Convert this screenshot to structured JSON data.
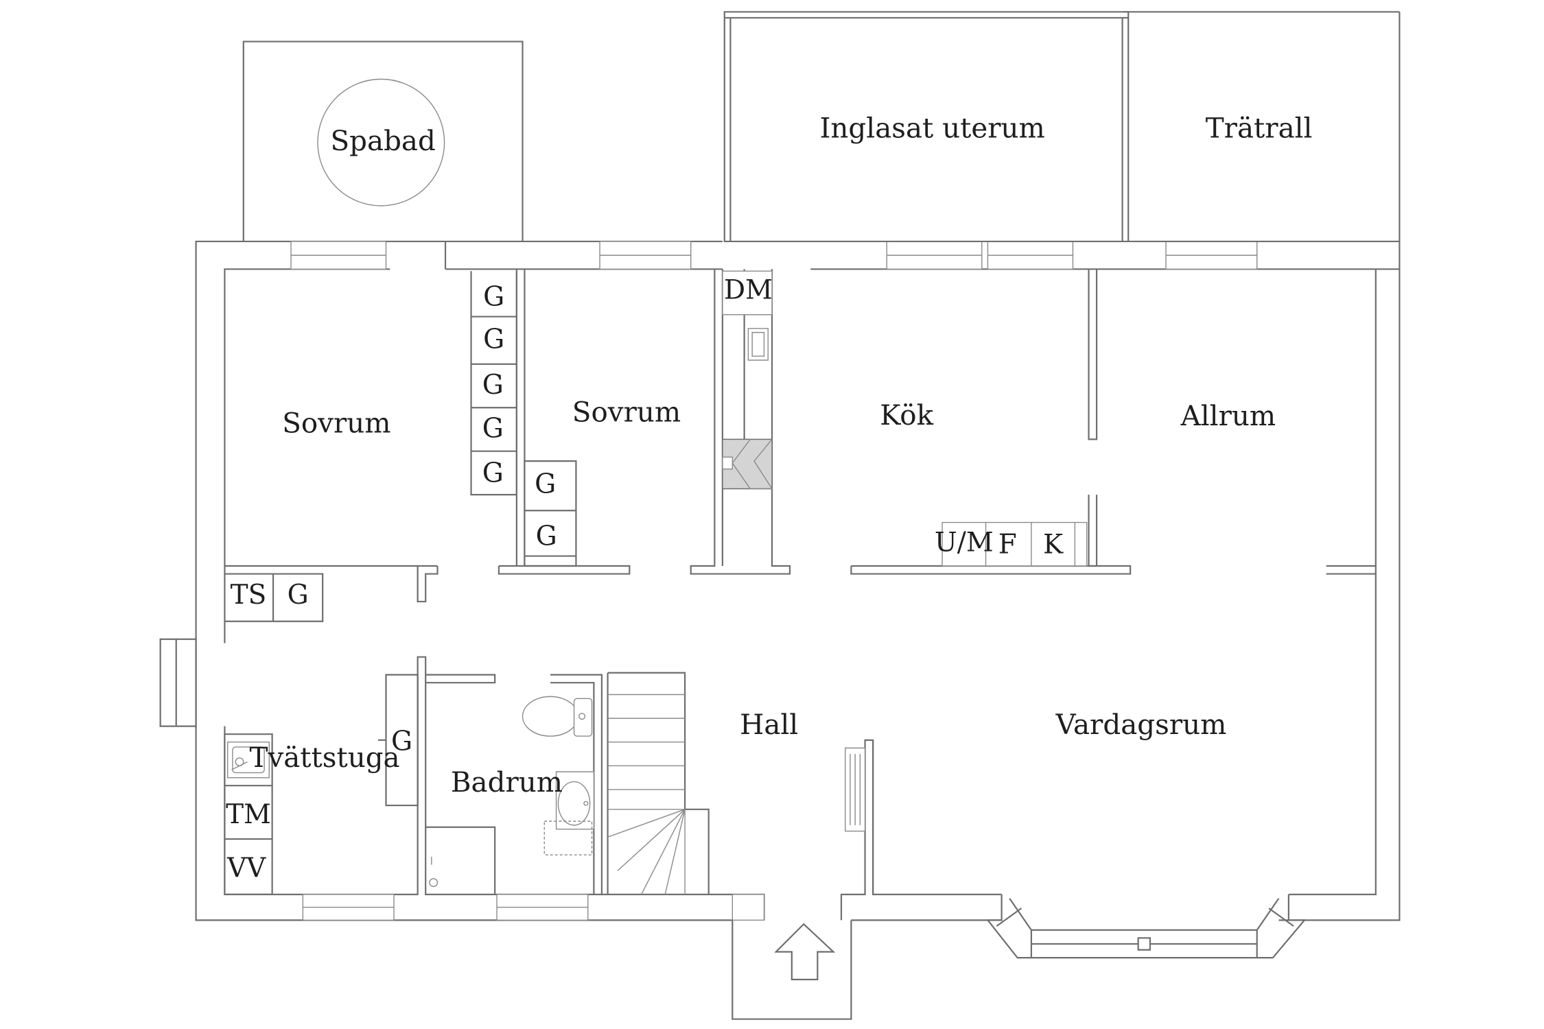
{
  "rooms": {
    "spabad": "Spabad",
    "uterum": "Inglasat uterum",
    "tratrall": "Trätrall",
    "sovrum1": "Sovrum",
    "sovrum2": "Sovrum",
    "kok": "Kök",
    "allrum": "Allrum",
    "hall": "Hall",
    "vardagsrum": "Vardagsrum",
    "tvattstuga": "Tvättstuga",
    "badrum": "Badrum"
  },
  "fixtures": {
    "g1": "G",
    "g2": "G",
    "g3": "G",
    "g4": "G",
    "g5": "G",
    "g6": "G",
    "g7": "G",
    "g8": "G",
    "g9": "G",
    "dm": "DM",
    "um": "U/M",
    "f": "F",
    "k": "K",
    "ts": "TS",
    "tm": "TM",
    "vv": "VV"
  }
}
